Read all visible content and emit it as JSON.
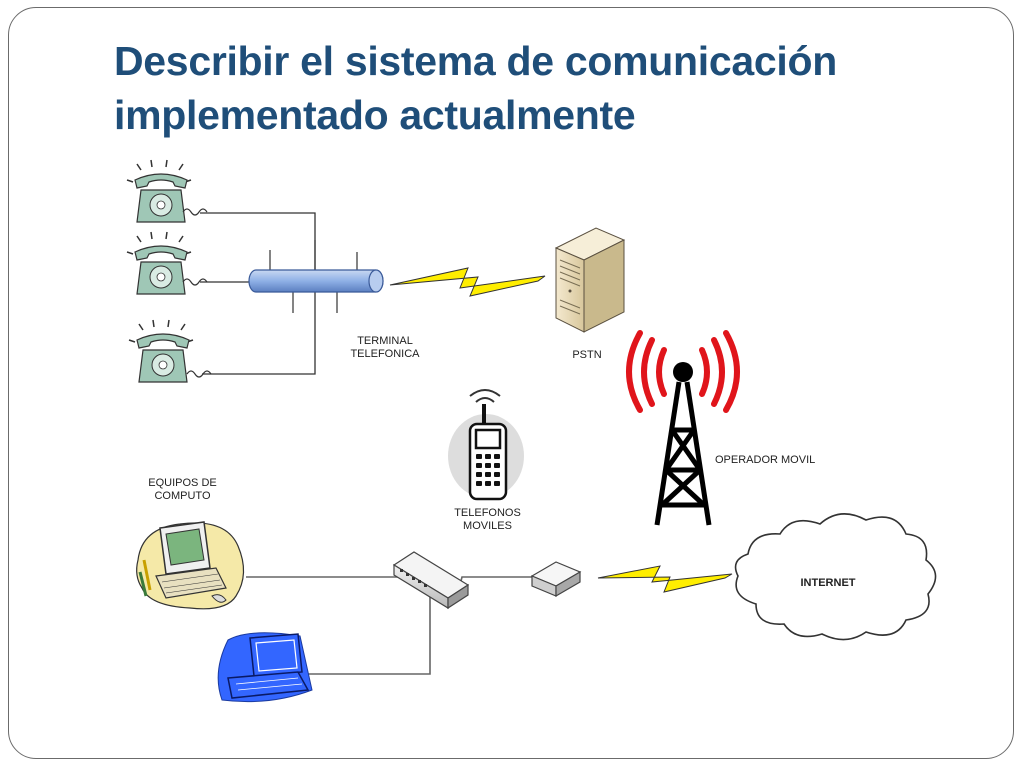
{
  "slide": {
    "title_line1": "Describir el sistema de comunicación",
    "title_line2": "implementado actualmente"
  },
  "diagram": {
    "terminal_label_line1": "TERMINAL",
    "terminal_label_line2": "TELEFONICA",
    "pstn_label": "PSTN",
    "mobile_operator_label": "OPERADOR MOVIL",
    "mobile_phones_label_line1": "TELEFONOS",
    "mobile_phones_label_line2": "MOVILES",
    "computers_label_line1": "EQUIPOS DE",
    "computers_label_line2": "COMPUTO",
    "internet_label": "INTERNET"
  },
  "colors": {
    "title": "#1f4e79",
    "tower_signal": "#e0151b",
    "laptop": "#3366ff",
    "bus": "#8fb0e6",
    "lightning": "#ffee00"
  }
}
